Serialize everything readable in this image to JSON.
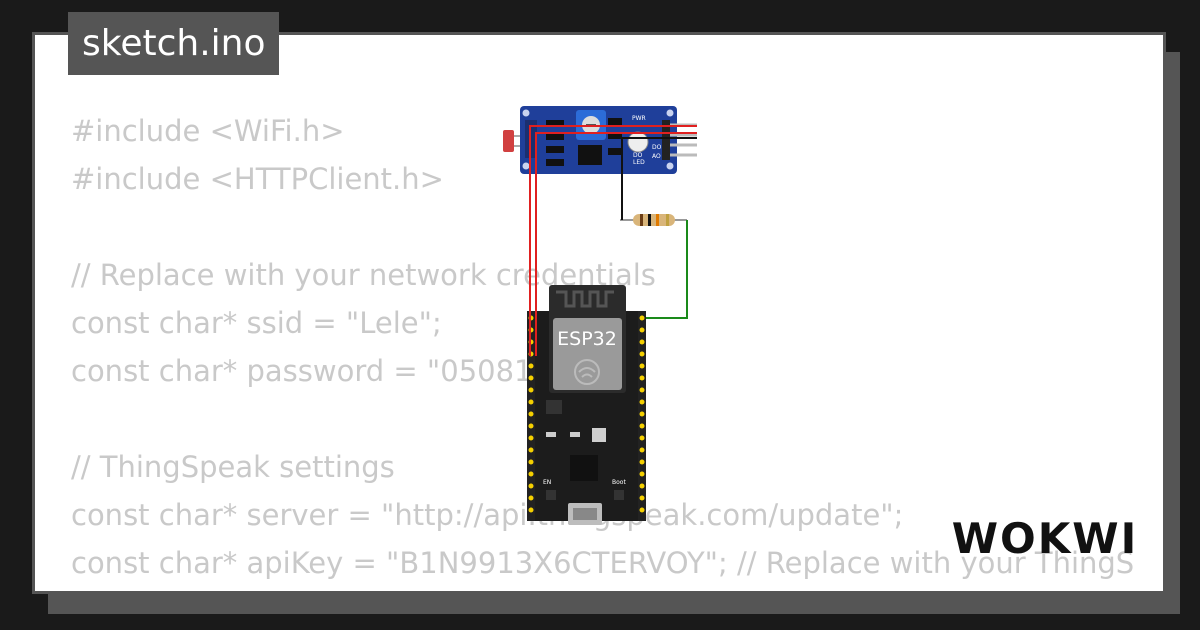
{
  "page": {
    "title": "sketch.ino",
    "brand": "WOKWI"
  },
  "code_lines": [
    "#include <WiFi.h>",
    "#include <HTTPClient.h>",
    "",
    "// Replace with your network credentials",
    "const char* ssid = \"Lele\";",
    "const char* password = \"05081",
    "",
    "// ThingSpeak settings",
    "const char* server = \"http://api.thingspeak.com/update\";",
    "const char* apiKey = \"B1N9913X6CTERVOY\"; // Replace with your ThingS"
  ],
  "circuit": {
    "board_label": "ESP32",
    "board_buttons": [
      "EN",
      "Boot"
    ],
    "sensor_labels": [
      "PWR",
      "DO",
      "LED",
      "DO",
      "AO"
    ],
    "wire_colors": {
      "red": "#e02020",
      "black": "#111111",
      "green": "#1a8a1a"
    }
  },
  "colors": {
    "background": "#1a1a1a",
    "card": "#ffffff",
    "frame": "#555555",
    "code_text": "#c9c9c9",
    "board": "#1c1c1c",
    "sensor_pcb": "#1f3f9a",
    "header_pins": "#f5d000"
  }
}
